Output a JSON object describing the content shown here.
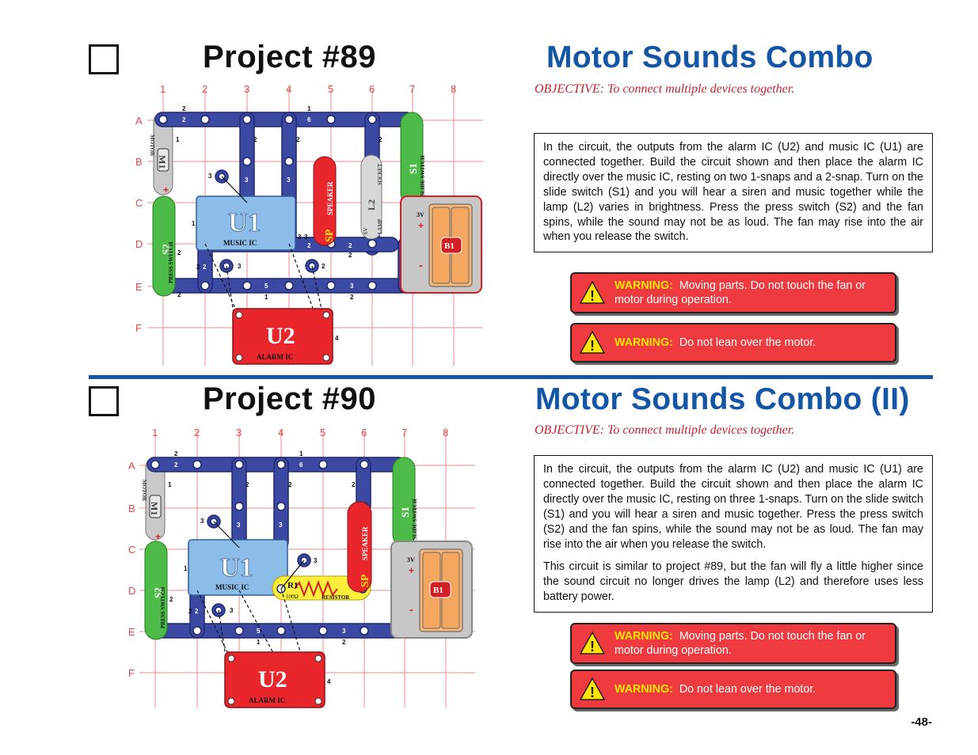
{
  "projects": [
    {
      "title": "Project #89",
      "subtitle": "Motor Sounds Combo",
      "objective": "OBJECTIVE:  To connect multiple devices together.",
      "paragraphs": [
        "In the circuit, the outputs from the alarm IC (U2) and music IC (U1) are connected together.  Build the circuit shown and then place the alarm IC directly over the music IC, resting on two 1-snaps and a 2-snap.  Turn on the slide switch (S1) and you will hear a siren and music together while the lamp (L2) varies in brightness.  Press the press switch (S2) and the fan spins, while the sound may not be as loud.  The fan may rise into the air when you release the switch."
      ],
      "warnings": [
        {
          "keyword": "WARNING:",
          "text": "Moving parts.  Do not touch the fan or motor during operation."
        },
        {
          "keyword": "WARNING:",
          "text": "Do not lean over the motor."
        }
      ]
    },
    {
      "title": "Project #90",
      "subtitle": "Motor Sounds Combo (II)",
      "objective": "OBJECTIVE:  To connect multiple devices together.",
      "paragraphs": [
        "In the circuit, the outputs from the alarm IC (U2) and music IC (U1) are connected together.  Build the circuit shown and then place the alarm IC directly over the music IC, resting on three 1-snaps.  Turn on the slide switch (S1) and you will hear a siren and music together.  Press the press switch (S2) and the fan spins, while the sound may not be as loud.  The fan may rise into the air when you release the switch.",
        "This circuit is similar to project #89, but the fan will fly a little higher since the sound circuit no longer drives the lamp (L2) and therefore uses less battery power."
      ],
      "warnings": [
        {
          "keyword": "WARNING:",
          "text": "Moving parts.  Do not touch the fan or motor during operation."
        },
        {
          "keyword": "WARNING:",
          "text": "Do not lean over the motor."
        }
      ]
    }
  ],
  "grid": {
    "columns": [
      "1",
      "2",
      "3",
      "4",
      "5",
      "6",
      "7",
      "8"
    ],
    "rows": [
      "A",
      "B",
      "C",
      "D",
      "E",
      "F"
    ]
  },
  "circuit1": {
    "labels": {
      "motor": "MOTOR",
      "m1": "M1",
      "plus": "+",
      "minus": "-",
      "s2": "S2",
      "press_switch": "PRESS SWITCH",
      "u1": "U1",
      "music_ic": "MUSIC IC",
      "sp": "SP",
      "speaker": "SPEAKER",
      "l2": "L2",
      "lamp": "LAMP",
      "socket": "SOCKET",
      "v6": "6V",
      "s1": "S1",
      "slide_switch": "SLIDE SWITCH",
      "b1": "B1",
      "v3": "3V",
      "u2": "U2",
      "alarm_ic": "ALARM IC"
    },
    "wire_nums": [
      "2",
      "2",
      "1",
      "6",
      "1",
      "2",
      "2",
      "2",
      "3",
      "3",
      "3",
      "1",
      "1",
      "3",
      "2",
      "2",
      "2",
      "2",
      "2",
      "2",
      "3",
      "2",
      "2",
      "5",
      "1",
      "3",
      "2",
      "4",
      "3"
    ]
  },
  "circuit2": {
    "labels": {
      "motor": "MOTOR",
      "m1": "M1",
      "plus": "+",
      "minus": "-",
      "s2": "S2",
      "press_switch": "PRESS SWITCH",
      "u1": "U1",
      "music_ic": "MUSIC IC",
      "sp": "SP",
      "speaker": "SPEAKER",
      "r1": "R1",
      "ohms": "100Ω",
      "resistor": "RESISTOR",
      "s1": "S1",
      "slide_switch": "SLIDE SWITCH",
      "b1": "B1",
      "v3": "3V",
      "u2": "U2",
      "alarm_ic": "ALARM IC"
    },
    "wire_nums": [
      "2",
      "2",
      "1",
      "6",
      "1",
      "2",
      "2",
      "2",
      "3",
      "3",
      "3",
      "1",
      "1",
      "3",
      "2",
      "2",
      "2",
      "5",
      "1",
      "3",
      "2",
      "4",
      "3"
    ]
  },
  "page_number": "-48-",
  "colors": {
    "title_blue": "#1456a6",
    "objective_red": "#c8242b",
    "warning_red": "#ef3a3f",
    "warning_yellow": "#ffe600",
    "wire_blue": "#2d3a8c",
    "grid_red": "#f08a8a",
    "ic_blue": "#8bbde8",
    "switch_green": "#4cbb47"
  }
}
